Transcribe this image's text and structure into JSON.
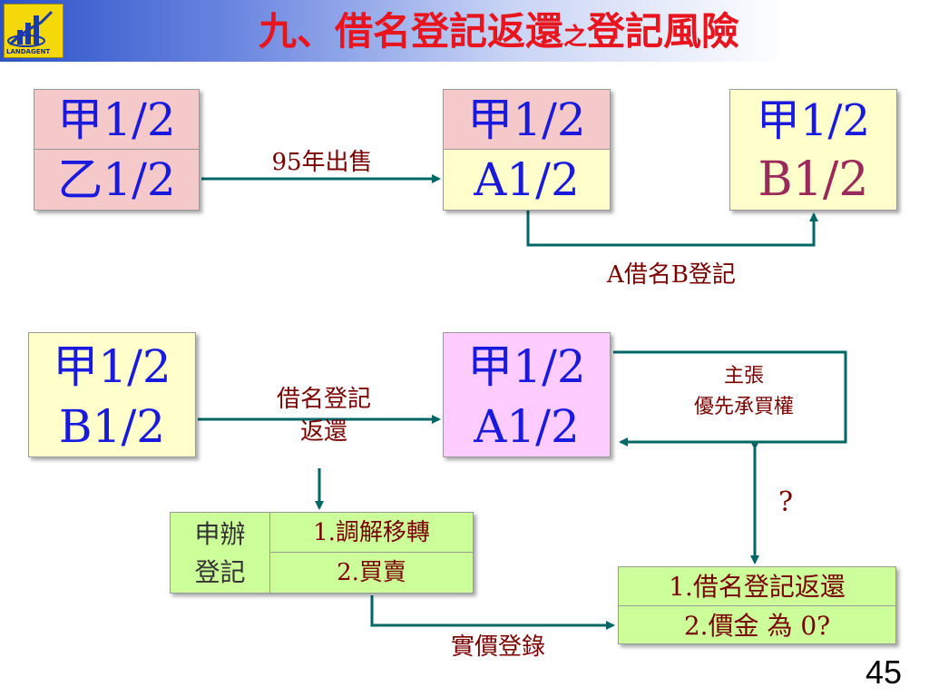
{
  "title": {
    "main": "九、借名登記返還",
    "particle": "之",
    "tail": "登記風險"
  },
  "logo": {
    "text": "LANDAGENT"
  },
  "slide_number": "45",
  "colors": {
    "title": "#e8141e",
    "arrow": "#006666",
    "label": "#7a0000",
    "share_blue": "#1a1adf",
    "share_maroon": "#9a2a5a",
    "check_green": "#008000"
  },
  "top_row": {
    "box1": {
      "line1": "甲1/2",
      "line2": "乙1/2"
    },
    "box2": {
      "line1": "甲1/2",
      "line2": "A1/2"
    },
    "box3": {
      "line1": "甲1/2",
      "line2": "B1/2"
    },
    "arrow1_label": "95年出售",
    "arrow2_label": "A借名B登記"
  },
  "bottom_row": {
    "box1": {
      "line1": "甲1/2",
      "line2": "B1/2"
    },
    "box2": {
      "line1": "甲1/2",
      "line2": "A1/2"
    },
    "arrow_label": {
      "line1": "借名登記",
      "line2": "返還"
    },
    "claim_label": {
      "line1": "主張",
      "line2": "優先承買權"
    },
    "question_mark": "?",
    "filing": {
      "header": {
        "line1": "申辦",
        "line2": "登記"
      },
      "items": [
        "1.調解移轉",
        "2.買賣"
      ]
    },
    "price_label": "實價登錄",
    "result": {
      "items": [
        "1.借名登記返還",
        "2.價金 為 0?"
      ]
    }
  }
}
